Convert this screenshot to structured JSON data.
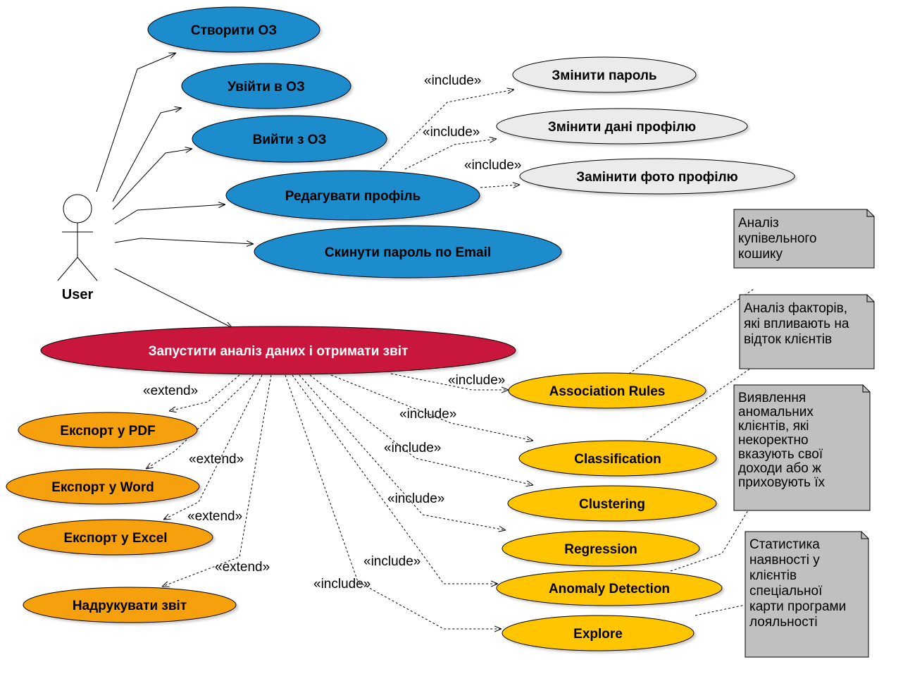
{
  "actor": {
    "name": "User"
  },
  "colors": {
    "blue": "#1a8ccc",
    "light": "#ebebeb",
    "crimson": "#c8153c",
    "orange": "#f6a00b",
    "yellow": "#ffc500",
    "note": "#c0c0c0"
  },
  "use_cases": {
    "create_oz": "Створити ОЗ",
    "login_oz": "Увійти в ОЗ",
    "logout_oz": "Вийти з ОЗ",
    "edit_profile": "Редагувати профіль",
    "reset_password": "Скинути пароль по Email",
    "change_password": "Змінити пароль",
    "change_profile_data": "Змінити дані профілю",
    "change_profile_photo": "Замінити фото профілю",
    "run_analysis": "Запустити аналіз даних і отримати звіт",
    "export_pdf": "Експорт у PDF",
    "export_word": "Експорт у Word",
    "export_excel": "Експорт у Excel",
    "print_report": "Надрукувати звіт",
    "association_rules": "Association Rules",
    "classification": "Classification",
    "clustering": "Clustering",
    "regression": "Regression",
    "anomaly_detection": "Anomaly Detection",
    "explore": "Explore"
  },
  "relations": {
    "include": "«include»",
    "extend": "«extend»"
  },
  "notes": {
    "basket": [
      "Аналіз",
      "купівельного",
      "кошику"
    ],
    "churn": [
      "Аналіз  факторів,",
      "які впливають на",
      "відток клієнтів"
    ],
    "anomaly": [
      "Виявлення",
      "аномальних",
      "клієнтів, які",
      "некоректно",
      "вказують свої",
      "доходи або ж",
      "приховують їх"
    ],
    "loyalty": [
      "Статистика",
      "наявності у",
      "клієнтів",
      "спеціальної",
      "карти програми",
      "лояльності"
    ]
  }
}
